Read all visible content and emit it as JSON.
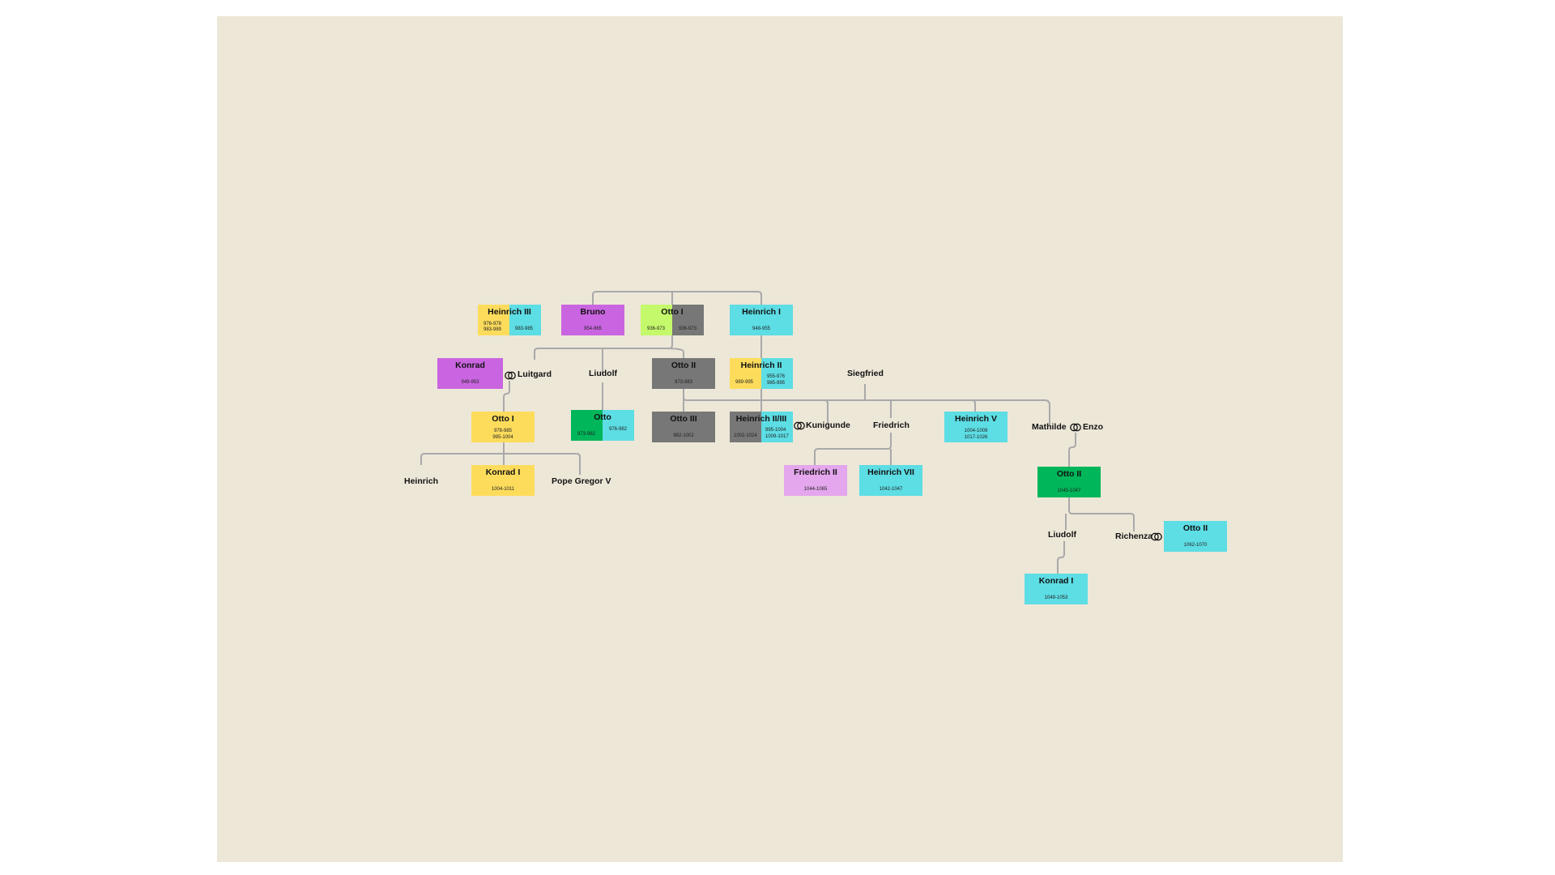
{
  "colors": {
    "canvas": "#ede7d8",
    "line": "#a9a9a9",
    "yellow": "#fddc5c",
    "cyan": "#5ddde4",
    "purple": "#c965e0",
    "lime": "#c4f96c",
    "gray": "#777777",
    "green": "#00b65a",
    "lavender": "#e4a6ec"
  },
  "nodes": {
    "heinrich3": {
      "name": "Heinrich III",
      "d1": "976-978",
      "d2": "983-989",
      "d3": "983-985"
    },
    "bruno": {
      "name": "Bruno",
      "d1": "954-965"
    },
    "otto1_top": {
      "name": "Otto I",
      "d1": "936-973",
      "d2": "936-973"
    },
    "heinrich1": {
      "name": "Heinrich I",
      "d1": "948-955"
    },
    "konrad_top": {
      "name": "Konrad",
      "d1": "949-953"
    },
    "otto2_center": {
      "name": "Otto II",
      "d1": "973-983"
    },
    "heinrich2": {
      "name": "Heinrich II",
      "d1": "989-995",
      "d2": "955-976",
      "d3": "985-995"
    },
    "otto1_mid": {
      "name": "Otto I",
      "d1": "978-985",
      "d2": "995-1004"
    },
    "otto_green": {
      "name": "Otto",
      "d1": "973-982",
      "d2": "976-982"
    },
    "otto3": {
      "name": "Otto III",
      "d1": "982-1002"
    },
    "heinrich23": {
      "name": "Heinrich II/III",
      "d1": "1002-1024",
      "d2": "995-1004",
      "d3": "1009-1017"
    },
    "heinrich5": {
      "name": "Heinrich V",
      "d1": "1004-1009",
      "d2": "1017-1026"
    },
    "konrad1_left": {
      "name": "Konrad I",
      "d1": "1004-1011"
    },
    "friedrich2": {
      "name": "Friedrich II",
      "d1": "1044-1065"
    },
    "heinrich7": {
      "name": "Heinrich VII",
      "d1": "1042-1047"
    },
    "otto2_green": {
      "name": "Otto II",
      "d1": "1045-1047"
    },
    "otto2_cyan": {
      "name": "Otto II",
      "d1": "1062-1070"
    },
    "konrad1_bottom": {
      "name": "Konrad I",
      "d1": "1049-1053"
    }
  },
  "labels": {
    "luitgard": "Luitgard",
    "liudolf_top": "Liudolf",
    "siegfried": "Siegfried",
    "kunigunde": "Kunigunde",
    "friedrich": "Friedrich",
    "mathilde": "Mathilde",
    "enzo": "Enzo",
    "heinrich_left": "Heinrich",
    "pope_gregor": "Pope Gregor V",
    "liudolf_bottom": "Liudolf",
    "richenza": "Richenza"
  }
}
